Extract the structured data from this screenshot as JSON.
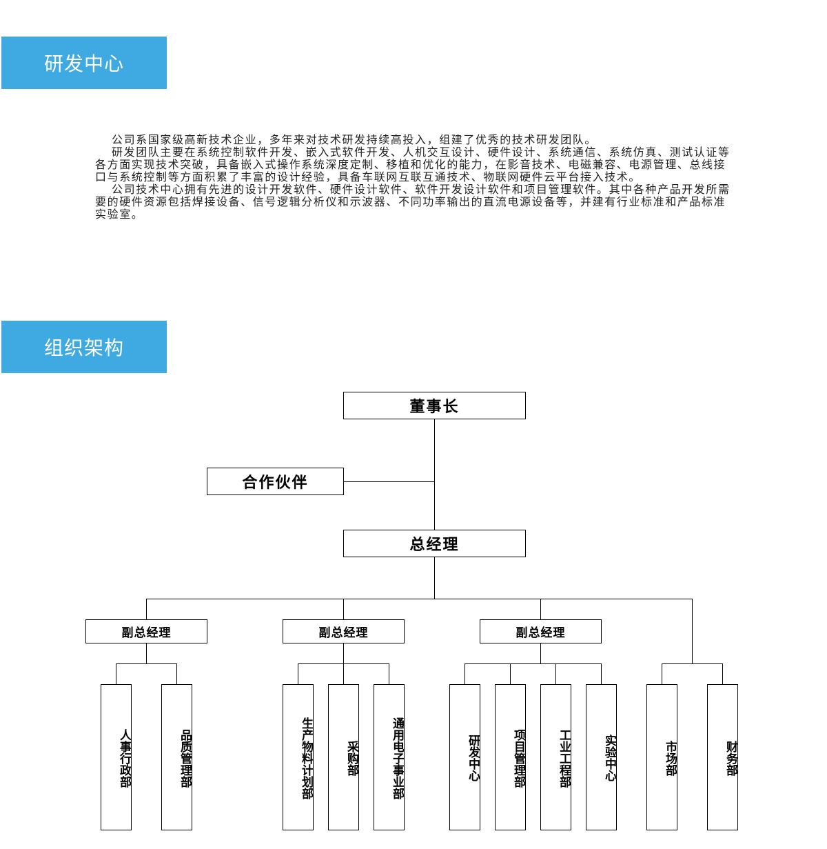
{
  "sections": {
    "rd_title": "研发中心",
    "org_title": "组织架构"
  },
  "intro": [
    "公司系国家级高新技术企业，多年来对技术研发持续高投入，组建了优秀的技术研发团队。",
    "研发团队主要在系统控制软件开发、嵌入式软件开发、人机交互设计、硬件设计、系统通信、系统仿真、测试认证等各方面实现技术突破，具备嵌入式操作系统深度定制、移植和优化的能力，在影音技术、电磁兼容、电源管理、总线接口与系统控制等方面积累了丰富的设计经验，具备车联网互联互通技术、物联网硬件云平台接入技术。",
    "公司技术中心拥有先进的设计开发软件、硬件设计软件、软件开发设计软件和项目管理软件。其中各种产品开发所需要的硬件资源包括焊接设备、信号逻辑分析仪和示波器、不同功率输出的直流电源设备等，并建有行业标准和产品标准实验室。"
  ],
  "org": {
    "chairman": "董事长",
    "partner": "合作伙伴",
    "gm": "总经理",
    "vps": [
      "副总经理",
      "副总经理",
      "副总经理"
    ],
    "depts": [
      "人事行政部",
      "品质管理部",
      "生产物料计划部",
      "采购部",
      "通用电子事业部",
      "研发中心",
      "项目管理部",
      "工业工程部",
      "实验中心",
      "市场部",
      "财务部"
    ]
  }
}
